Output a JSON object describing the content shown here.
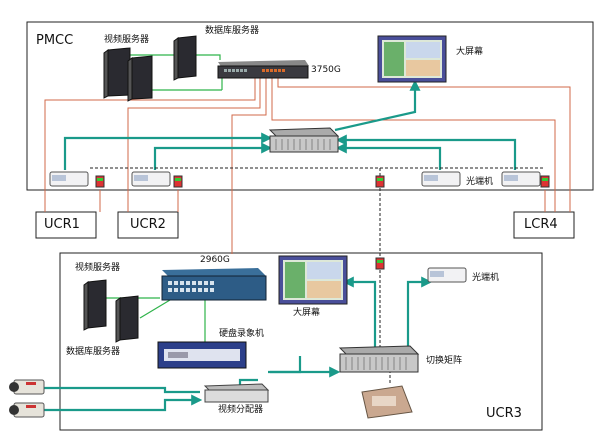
{
  "zones": {
    "pmcc": "PMCC",
    "ucr3": "UCR3"
  },
  "rooms": {
    "ucr1": "UCR1",
    "ucr2": "UCR2",
    "lcr4": "LCR4"
  },
  "labels": {
    "video_server_top": "视频服务器",
    "db_server_top": "数据库服务器",
    "switch_top": "3750G",
    "big_screen_top": "大屏幕",
    "optical_top": "光端机",
    "video_server_bottom": "视频服务器",
    "switch_bottom": "2960G",
    "db_server_bottom": "数据库服务器",
    "big_screen_bottom": "大屏幕",
    "optical_bottom": "光端机",
    "dvr": "硬盘录象机",
    "switch_matrix": "切换矩阵",
    "video_distributor": "视频分配器"
  },
  "colors": {
    "fiber": "#1a9a8a",
    "network": "#d2694a",
    "ethernet": "#2fb34a",
    "control": "#222222"
  }
}
